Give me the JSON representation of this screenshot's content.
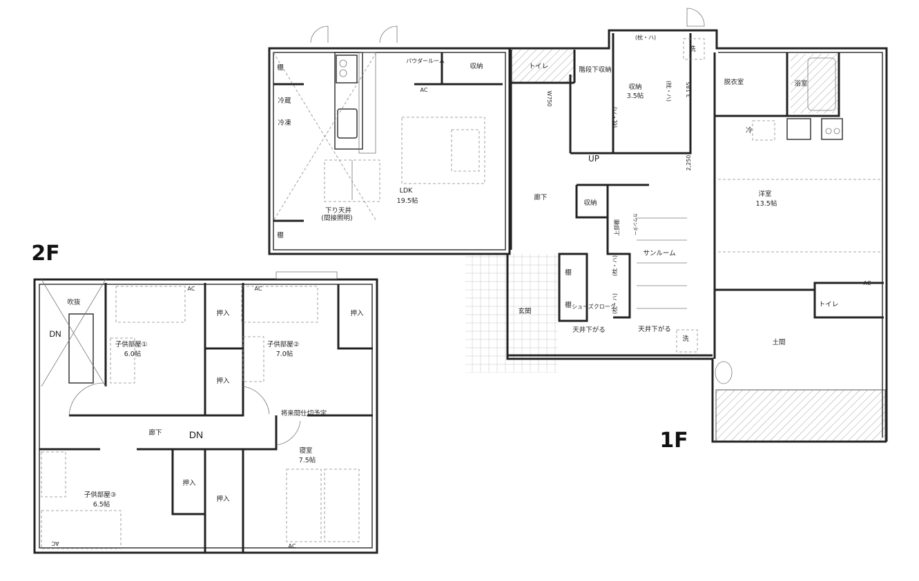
{
  "floor_1f": {
    "title": "1F",
    "rooms": {
      "shelf_top": "棚",
      "fridge": "冷蔵",
      "freezer": "冷凍",
      "shelf_bottom": "棚",
      "powder_room": "パウダールーム",
      "storage_ldk": "収納",
      "ac_ldk": "AC",
      "toilet_top": "トイレ",
      "under_stairs_storage": "階段下収納",
      "w750": "W750",
      "ldk": "LDK",
      "ldk_size": "19.5帖",
      "lowered_ceiling": "下り天井",
      "indirect_lighting": "(間接照明)",
      "up": "UP",
      "storage_main": "収納",
      "storage_main_size": "3.5帖",
      "pillow_top": "(枕・ハ)",
      "pillow_right": "(枕・ハ)",
      "pillow_left": "(枕・ハ)",
      "dim_3185": "3,185",
      "dim_2250": "2,250",
      "wash_top": "洗",
      "dressing_room": "脱衣室",
      "bathroom": "浴室",
      "refrigerator": "冷",
      "hallway": "廊下",
      "storage_hall": "収納",
      "upper_shelf": "上部棚",
      "counter": "カウンター",
      "western_room": "洋室",
      "western_room_size": "13.5帖",
      "sunroom": "サンルーム",
      "shelf_shoe_1": "棚",
      "shelf_shoe_2": "棚",
      "shoe_closet": "シューズクローク",
      "pillow_shoe_1": "(枕・ハ)",
      "pillow_shoe_2": "(枕・ハ)",
      "entrance": "玄関",
      "ceiling_lower_1": "天井下がる",
      "ceiling_lower_2": "天井下がる",
      "wash_bottom": "洗",
      "ac_doma": "AC",
      "toilet_bottom": "トイレ",
      "doma": "土間"
    }
  },
  "floor_2f": {
    "title": "2F",
    "rooms": {
      "atrium": "吹抜",
      "dn_stairs": "DN",
      "child_room_1": "子供部屋①",
      "child_room_1_size": "6.0帖",
      "ac_1": "AC",
      "ac_2": "AC",
      "closet_1": "押入",
      "closet_2": "押入",
      "closet_3": "押入",
      "closet_4": "押入",
      "closet_5": "押入",
      "child_room_2": "子供部屋②",
      "child_room_2_size": "7.0帖",
      "future_partition": "将来間仕切予定",
      "hallway": "廊下",
      "dn_hall": "DN",
      "bedroom": "寝室",
      "bedroom_size": "7.5帖",
      "child_room_3": "子供部屋③",
      "child_room_3_size": "6.5帖",
      "ac_3": "AC",
      "ac_4": "AC"
    }
  }
}
